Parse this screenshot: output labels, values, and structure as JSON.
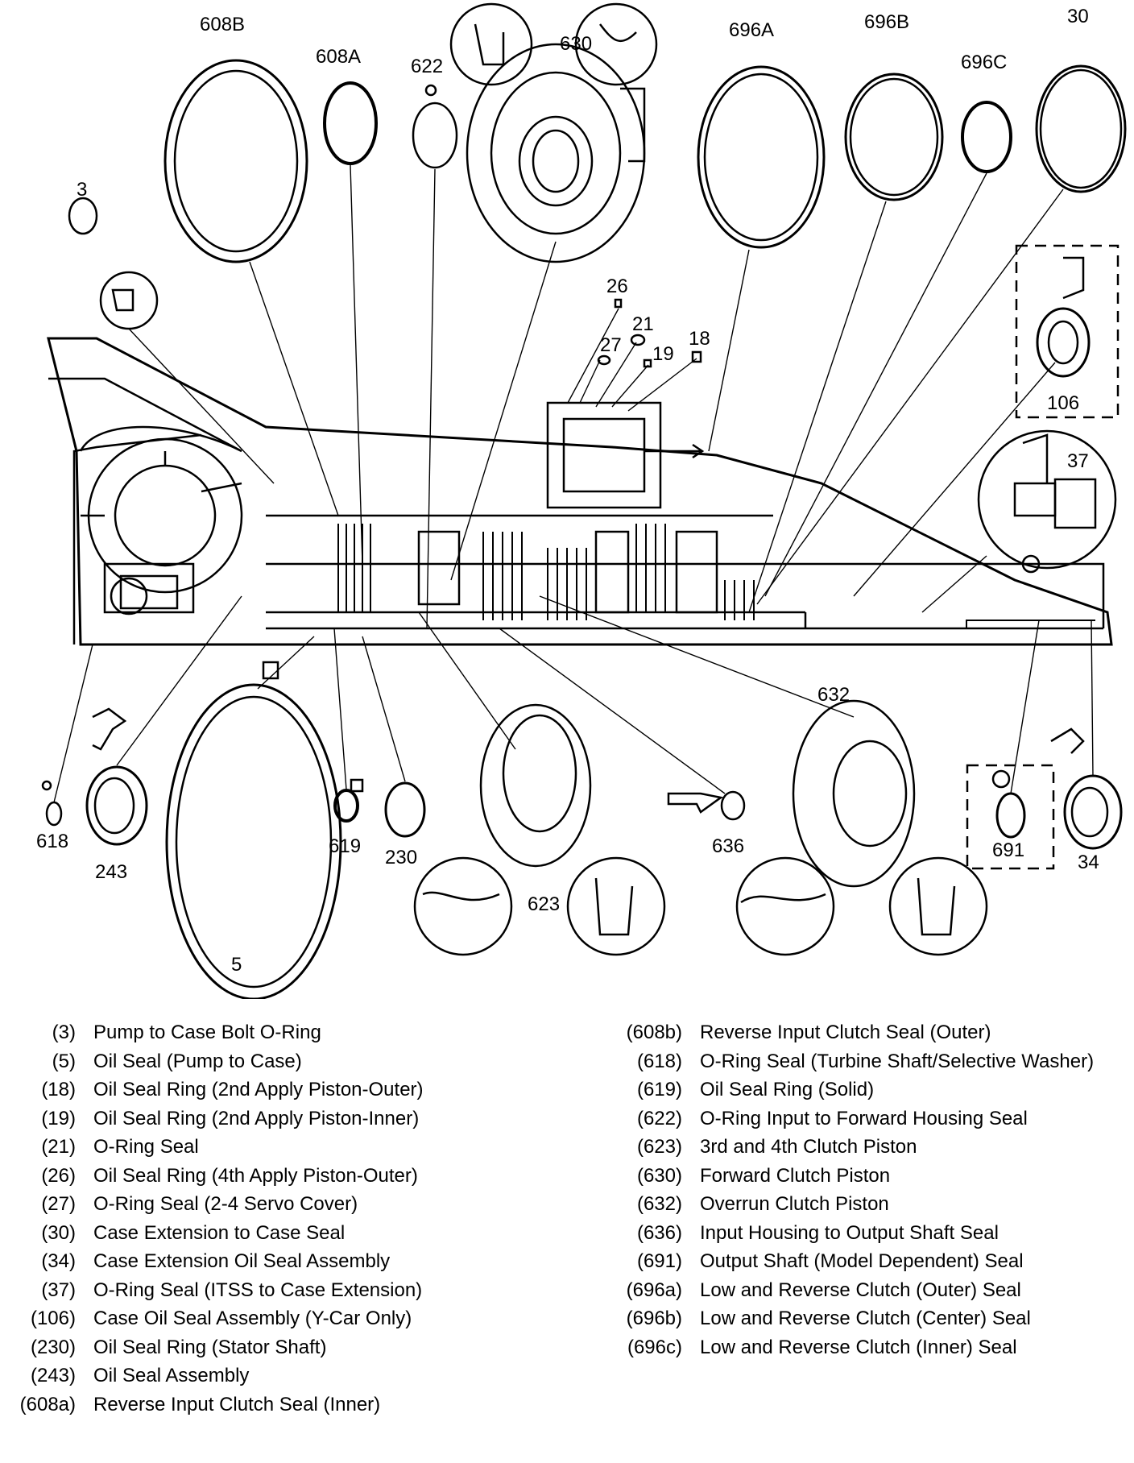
{
  "diagram": {
    "callouts": {
      "c608B": "608B",
      "c608A": "608A",
      "c622": "622",
      "c630": "630",
      "c696A": "696A",
      "c696B": "696B",
      "c696C": "696C",
      "c30": "30",
      "c3": "3",
      "c26": "26",
      "c21": "21",
      "c27": "27",
      "c19": "19",
      "c18": "18",
      "c106": "106",
      "c37": "37",
      "c632": "632",
      "c618": "618",
      "c243": "243",
      "c5": "5",
      "c619": "619",
      "c230": "230",
      "c623": "623",
      "c636": "636",
      "c691": "691",
      "c34": "34"
    }
  },
  "legend": {
    "left": [
      {
        "code": "(3)",
        "desc": "Pump to Case Bolt O-Ring"
      },
      {
        "code": "(5)",
        "desc": "Oil Seal (Pump to Case)"
      },
      {
        "code": "(18)",
        "desc": "Oil Seal Ring (2nd Apply Piston-Outer)"
      },
      {
        "code": "(19)",
        "desc": "Oil Seal Ring (2nd Apply Piston-Inner)"
      },
      {
        "code": "(21)",
        "desc": "O-Ring Seal"
      },
      {
        "code": "(26)",
        "desc": "Oil Seal Ring (4th Apply Piston-Outer)"
      },
      {
        "code": "(27)",
        "desc": "O-Ring Seal (2-4 Servo Cover)"
      },
      {
        "code": "(30)",
        "desc": "Case Extension to Case Seal"
      },
      {
        "code": "(34)",
        "desc": "Case Extension Oil Seal Assembly"
      },
      {
        "code": "(37)",
        "desc": "O-Ring Seal (ITSS to Case Extension)"
      },
      {
        "code": "(106)",
        "desc": "Case Oil Seal Assembly (Y-Car Only)"
      },
      {
        "code": "(230)",
        "desc": "Oil Seal Ring (Stator Shaft)"
      },
      {
        "code": "(243)",
        "desc": "Oil Seal Assembly"
      },
      {
        "code": "(608a)",
        "desc": "Reverse Input Clutch Seal (Inner)"
      }
    ],
    "right": [
      {
        "code": "(608b)",
        "desc": "Reverse Input Clutch Seal (Outer)"
      },
      {
        "code": "(618)",
        "desc": "O-Ring Seal (Turbine Shaft/Selective Washer)"
      },
      {
        "code": "(619)",
        "desc": "Oil Seal Ring (Solid)"
      },
      {
        "code": "(622)",
        "desc": "O-Ring Input to Forward Housing Seal"
      },
      {
        "code": "(623)",
        "desc": "3rd and 4th Clutch Piston"
      },
      {
        "code": "(630)",
        "desc": "Forward Clutch Piston"
      },
      {
        "code": "(632)",
        "desc": "Overrun Clutch Piston"
      },
      {
        "code": "(636)",
        "desc": "Input Housing to Output Shaft Seal"
      },
      {
        "code": "(691)",
        "desc": "Output Shaft (Model Dependent) Seal"
      },
      {
        "code": "(696a)",
        "desc": "Low and Reverse Clutch (Outer) Seal"
      },
      {
        "code": "(696b)",
        "desc": "Low and Reverse Clutch (Center) Seal"
      },
      {
        "code": "(696c)",
        "desc": "Low and Reverse Clutch (Inner) Seal"
      }
    ]
  }
}
